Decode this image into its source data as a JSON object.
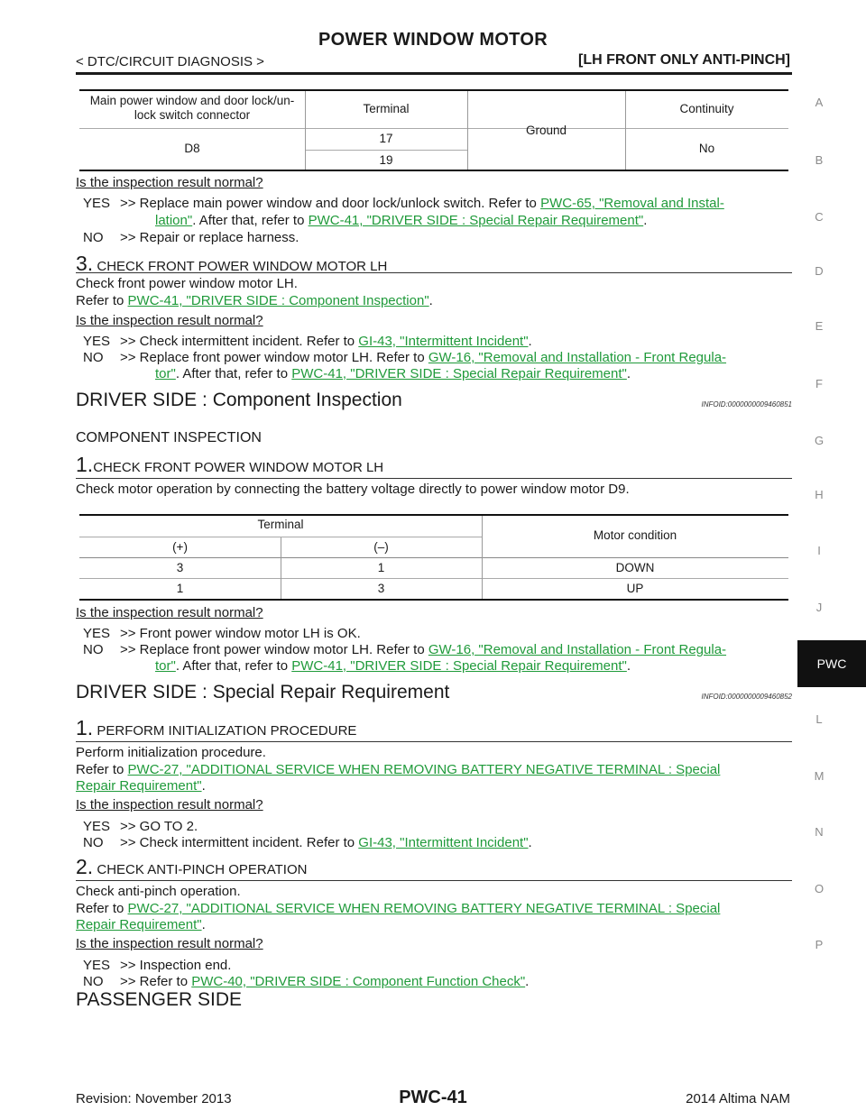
{
  "header": {
    "title": "POWER WINDOW MOTOR",
    "section": "< DTC/CIRCUIT DIAGNOSIS >",
    "scope": "[LH FRONT ONLY ANTI-PINCH]"
  },
  "side_index": [
    "A",
    "B",
    "C",
    "D",
    "E",
    "F",
    "G",
    "H",
    "I",
    "J",
    "PWC",
    "L",
    "M",
    "N",
    "O",
    "P"
  ],
  "side_tab_active": "PWC",
  "table1": {
    "col1_header": "Main power window and door lock/un-lock switch connector",
    "col1_line1": "Main power window and door lock/un-",
    "col1_line2": "lock switch connector",
    "col2_header": "Terminal",
    "col3": "Ground",
    "col4_header": "Continuity",
    "connector": "D8",
    "terminals": [
      "17",
      "19"
    ],
    "result": "No"
  },
  "block1": {
    "question": "Is the inspection result normal?",
    "yes_prefix": "YES",
    "yes_text_a": ">> Replace main power window and door lock/unlock switch. Refer to ",
    "yes_link1_a": "PWC-65, \"Removal and Instal-",
    "yes_link1_b": "lation\"",
    "yes_text_b": ". After that, refer to ",
    "yes_link2": "PWC-41, \"DRIVER SIDE : Special Repair Requirement\"",
    "period": ".",
    "no_prefix": "NO",
    "no_text": ">> Repair or replace harness."
  },
  "step3": {
    "num": "3.",
    "label": "CHECK FRONT POWER WINDOW MOTOR LH",
    "line1": "Check front power window motor LH.",
    "refer": "Refer to ",
    "link": "PWC-41, \"DRIVER SIDE : Component Inspection\"",
    "period": ".",
    "question": "Is the inspection result normal?",
    "yes_prefix": "YES",
    "yes_text": ">> Check intermittent incident. Refer to ",
    "yes_link": "GI-43, \"Intermittent Incident\"",
    "no_prefix": "NO",
    "no_text": ">> Replace front power window motor LH. Refer to ",
    "no_link1_a": "GW-16, \"Removal and Installation - Front Regula-",
    "no_link1_b": "tor\"",
    "no_text_b": ". After that, refer to ",
    "no_link2": "PWC-41, \"DRIVER SIDE : Special Repair Requirement\""
  },
  "section_component": {
    "title": "DRIVER SIDE : Component Inspection",
    "infoid": "INFOID:0000000009460851",
    "subheading": "COMPONENT INSPECTION",
    "step_num": "1.",
    "step_label": "CHECK FRONT POWER WINDOW MOTOR LH",
    "instruction": "Check motor operation by connecting the battery voltage directly to power window motor D9.",
    "table": {
      "terminal_header": "Terminal",
      "plus": "(+)",
      "minus": "(–)",
      "condition_header": "Motor condition",
      "rows": [
        {
          "plus": "3",
          "minus": "1",
          "condition": "DOWN"
        },
        {
          "plus": "1",
          "minus": "3",
          "condition": "UP"
        }
      ]
    },
    "question": "Is the inspection result normal?",
    "yes_prefix": "YES",
    "yes_text": ">> Front power window motor LH is OK.",
    "no_prefix": "NO",
    "no_text": ">> Replace front power window motor LH. Refer to ",
    "no_link1_a": "GW-16, \"Removal and Installation - Front Regula-",
    "no_link1_b": "tor\"",
    "no_text_b": ". After that, refer to ",
    "no_link2": "PWC-41, \"DRIVER SIDE : Special Repair Requirement\""
  },
  "section_special": {
    "title": "DRIVER SIDE : Special Repair Requirement",
    "infoid": "INFOID:0000000009460852",
    "step1_num": "1.",
    "step1_label": "PERFORM INITIALIZATION PROCEDURE",
    "step1_line1": "Perform initialization procedure.",
    "refer": "Refer to ",
    "link_a": "PWC-27, \"ADDITIONAL SERVICE WHEN REMOVING BATTERY NEGATIVE TERMINAL : Special",
    "link_b": "Repair Requirement\"",
    "period": ".",
    "question": "Is the inspection result normal?",
    "s1_yes_prefix": "YES",
    "s1_yes_text": ">> GO TO 2.",
    "s1_no_prefix": "NO",
    "s1_no_text": ">> Check intermittent incident. Refer to ",
    "s1_no_link": "GI-43, \"Intermittent Incident\"",
    "step2_num": "2.",
    "step2_label": "CHECK ANTI-PINCH OPERATION",
    "step2_line1": "Check anti-pinch operation.",
    "s2_yes_prefix": "YES",
    "s2_yes_text": ">> Inspection end.",
    "s2_no_prefix": "NO",
    "s2_no_text": ">> Refer to ",
    "s2_no_link": "PWC-40, \"DRIVER SIDE : Component Function Check\""
  },
  "passenger": {
    "title": "PASSENGER SIDE"
  },
  "footer": {
    "revision": "Revision: November 2013",
    "page": "PWC-41",
    "model": "2014 Altima NAM"
  },
  "colors": {
    "link": "#1f9a3a",
    "tab_bg": "#111111",
    "index_gray": "#8a8a8a"
  }
}
